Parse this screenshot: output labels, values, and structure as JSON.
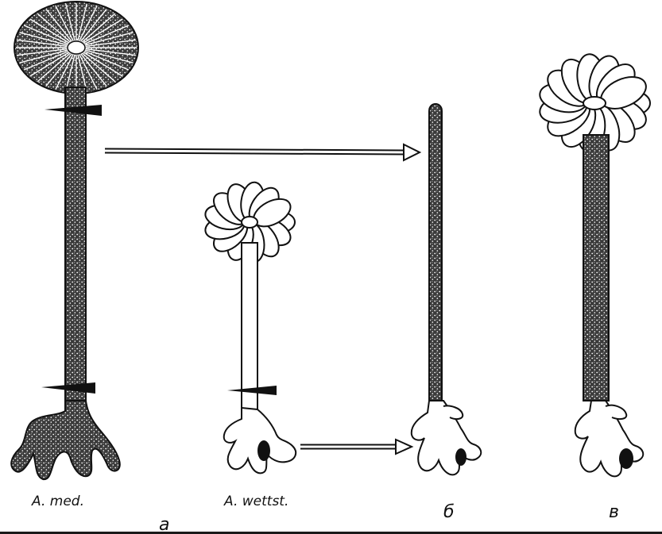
{
  "figure": {
    "species_labels": {
      "left": "A. med.",
      "middle": "A. wettst."
    },
    "panel_labels": {
      "a": "а",
      "b": "б",
      "c": "в"
    }
  },
  "colors": {
    "ink": "#111111",
    "stipple": "#2a2a2a",
    "paper": "#ffffff"
  }
}
